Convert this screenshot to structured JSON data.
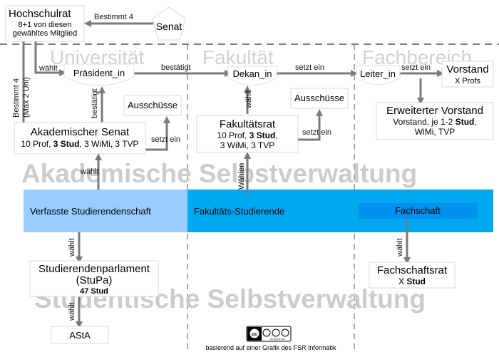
{
  "colors": {
    "band_left": "#99ccff",
    "band_mid": "#00a8f0",
    "fachschaft_box": "#0090ee",
    "arrow": "#7a7a7a",
    "watermark": "#cbcbcb"
  },
  "watermarks": {
    "top": "Akademische Selbstverwaltung",
    "bottom": "Studentische Selbstverwaltung"
  },
  "columns": {
    "universitaet": "Universität",
    "fakultaet": "Fakultät",
    "fachbereich": "Fachbereich"
  },
  "nodes": {
    "hochschulrat": {
      "title": "Hochschulrat",
      "line1": "8+1 von diesen",
      "line2": "gewähltes Mitglied"
    },
    "senat": {
      "title": "Senat"
    },
    "praesident": {
      "title": "Präsident_in"
    },
    "dekan": {
      "title": "Dekan_in"
    },
    "leiter": {
      "title": "Leiter_in"
    },
    "vorstand": {
      "title": "Vorstand",
      "line1": "X Profs"
    },
    "erw_vorstand": {
      "title": "Erweiterter Vorstand",
      "line1a": "Vorstand, je 1-2 ",
      "line1b": "Stud",
      "line1c": ",",
      "line2": "WiMi, TVP"
    },
    "ausschuesse_uni": {
      "title": "Ausschüsse"
    },
    "ausschuesse_fak": {
      "title": "Ausschüsse"
    },
    "akad_senat": {
      "title": "Akademischer Senat",
      "line1a": "10 Prof, ",
      "line1b": "3 Stud",
      "line1c": ", 3 WiMi, 3 TVP"
    },
    "fakultaetsrat": {
      "title": "Fakultätsrat",
      "line1a": "10 Prof, ",
      "line1b": "3 Stud",
      "line1c": ",",
      "line2": "3 WiMi, 3 TVP"
    },
    "stupa": {
      "title1": "Studierendenparlament",
      "title2": "(StuPa)",
      "line1": "47 Stud"
    },
    "asta": {
      "title": "AStA"
    },
    "fachschaftsrat": {
      "title": "Fachschaftsrat",
      "line1a": "X ",
      "line1b": "Stud"
    }
  },
  "bands": {
    "verfasste": "Verfasste Studierendenschaft",
    "fakultaets_studierende": "Fakultäts-Studierende",
    "fachschaft": "Fachschaft"
  },
  "edges": {
    "bestimmt4": "Bestimmt 4",
    "waehlt_praes": "wählt",
    "bestaetigt_dekan": "bestätigt",
    "setzt_ein_leiter": "setzt ein",
    "setzt_ein_vorstand": "setzt ein",
    "bestimmt4_vert_a": "Bestimmt 4",
    "bestimmt4_vert_b": "(Max 2 Uni)",
    "bestaetigt_vert": "bestätigt",
    "waehlt_dekan_vert": "wählt",
    "setzt_ein_ausschuss_uni": "setzt ein",
    "setzt_ein_ausschuss_fak": "setzt ein",
    "waehlt_senat": "wählt",
    "waehlen_fakrat": "Wählen",
    "waehlt_stupa": "wählt",
    "waehlt_asta": "wählt",
    "waehlt_fsr": "wählt"
  },
  "footer": {
    "license_badge": "cc by nc sa",
    "credit": "basierend auf einer Grafik des FSR Informatik"
  }
}
